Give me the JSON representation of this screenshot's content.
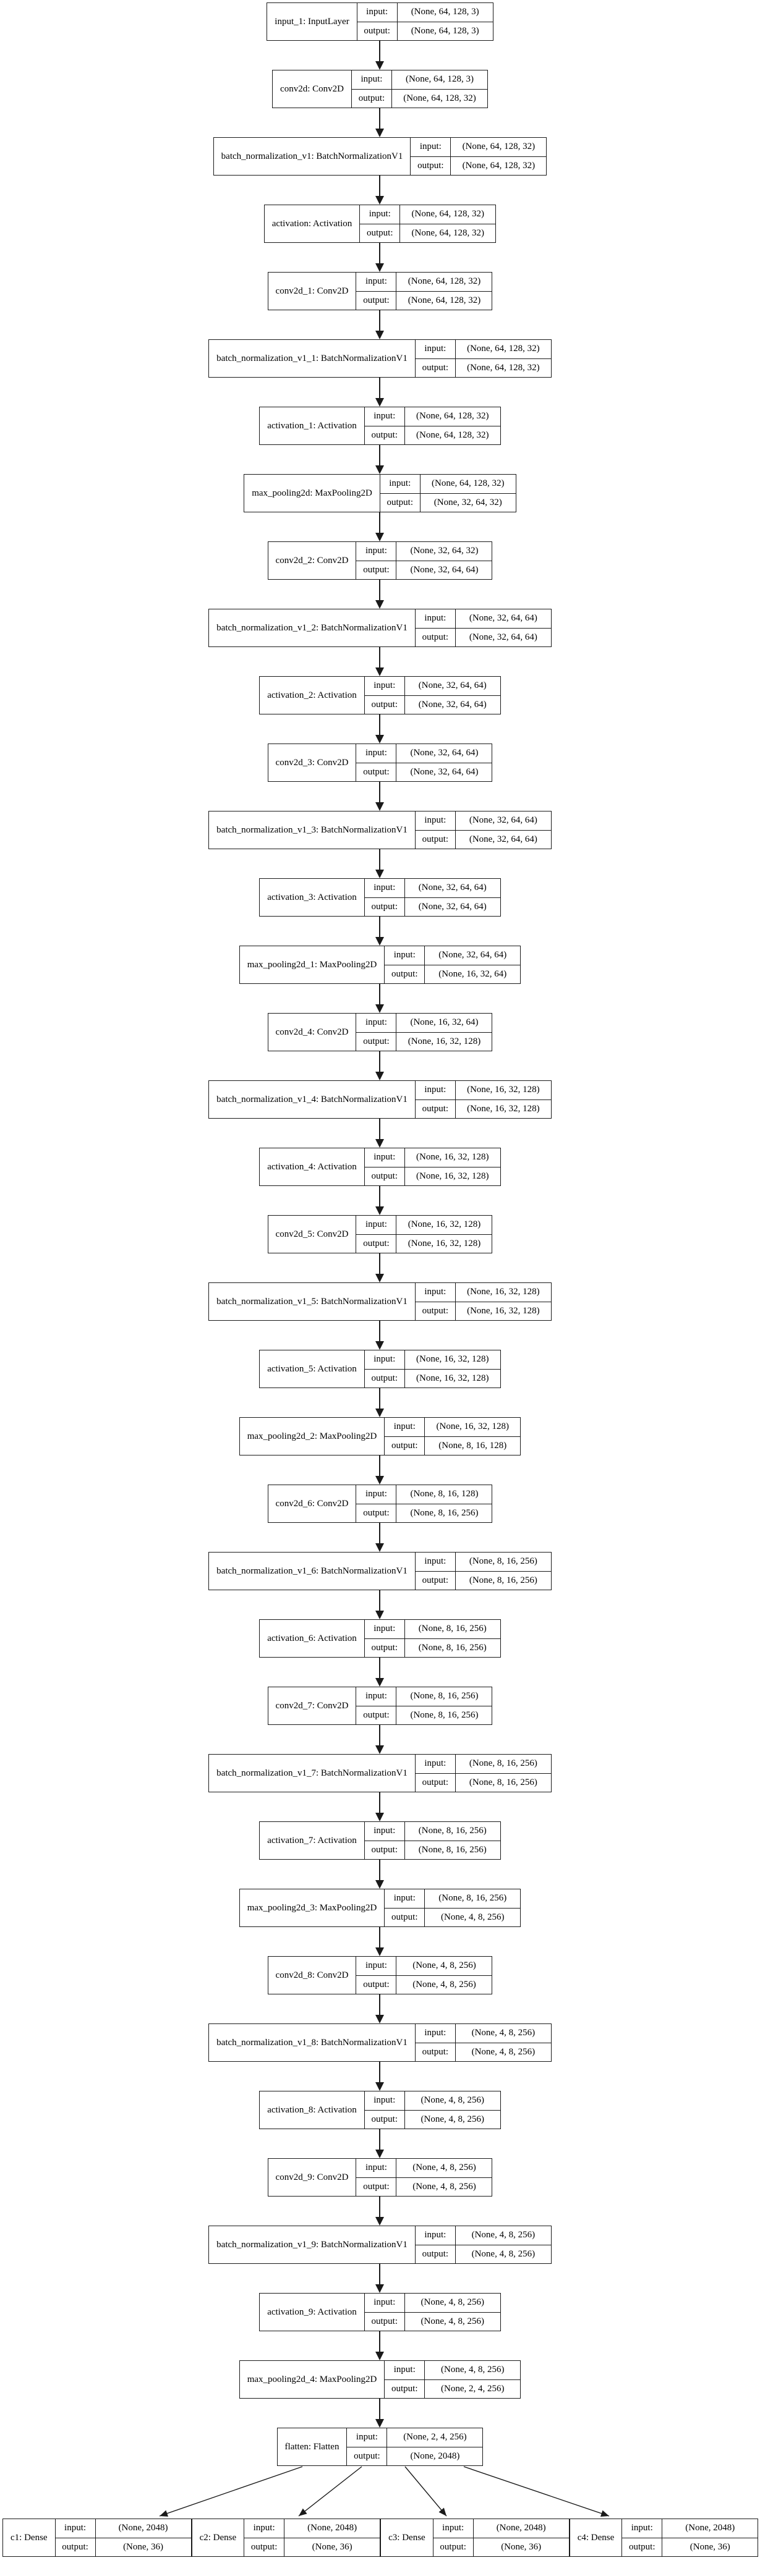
{
  "diagram": {
    "title": "Keras model architecture graph",
    "labels": {
      "input_key": "input:",
      "output_key": "output:"
    },
    "colors": {
      "node_border": "#1a1a1a",
      "node_fill": "#ffffff",
      "edge": "#1a1a1a",
      "text": "#000000"
    },
    "chain": [
      {
        "name": "input_1: InputLayer",
        "input": "(None, 64, 128, 3)",
        "output": "(None, 64, 128, 3)"
      },
      {
        "name": "conv2d: Conv2D",
        "input": "(None, 64, 128, 3)",
        "output": "(None, 64, 128, 32)"
      },
      {
        "name": "batch_normalization_v1: BatchNormalizationV1",
        "input": "(None, 64, 128, 32)",
        "output": "(None, 64, 128, 32)"
      },
      {
        "name": "activation: Activation",
        "input": "(None, 64, 128, 32)",
        "output": "(None, 64, 128, 32)"
      },
      {
        "name": "conv2d_1: Conv2D",
        "input": "(None, 64, 128, 32)",
        "output": "(None, 64, 128, 32)"
      },
      {
        "name": "batch_normalization_v1_1: BatchNormalizationV1",
        "input": "(None, 64, 128, 32)",
        "output": "(None, 64, 128, 32)"
      },
      {
        "name": "activation_1: Activation",
        "input": "(None, 64, 128, 32)",
        "output": "(None, 64, 128, 32)"
      },
      {
        "name": "max_pooling2d: MaxPooling2D",
        "input": "(None, 64, 128, 32)",
        "output": "(None, 32, 64, 32)"
      },
      {
        "name": "conv2d_2: Conv2D",
        "input": "(None, 32, 64, 32)",
        "output": "(None, 32, 64, 64)"
      },
      {
        "name": "batch_normalization_v1_2: BatchNormalizationV1",
        "input": "(None, 32, 64, 64)",
        "output": "(None, 32, 64, 64)"
      },
      {
        "name": "activation_2: Activation",
        "input": "(None, 32, 64, 64)",
        "output": "(None, 32, 64, 64)"
      },
      {
        "name": "conv2d_3: Conv2D",
        "input": "(None, 32, 64, 64)",
        "output": "(None, 32, 64, 64)"
      },
      {
        "name": "batch_normalization_v1_3: BatchNormalizationV1",
        "input": "(None, 32, 64, 64)",
        "output": "(None, 32, 64, 64)"
      },
      {
        "name": "activation_3: Activation",
        "input": "(None, 32, 64, 64)",
        "output": "(None, 32, 64, 64)"
      },
      {
        "name": "max_pooling2d_1: MaxPooling2D",
        "input": "(None, 32, 64, 64)",
        "output": "(None, 16, 32, 64)"
      },
      {
        "name": "conv2d_4: Conv2D",
        "input": "(None, 16, 32, 64)",
        "output": "(None, 16, 32, 128)"
      },
      {
        "name": "batch_normalization_v1_4: BatchNormalizationV1",
        "input": "(None, 16, 32, 128)",
        "output": "(None, 16, 32, 128)"
      },
      {
        "name": "activation_4: Activation",
        "input": "(None, 16, 32, 128)",
        "output": "(None, 16, 32, 128)"
      },
      {
        "name": "conv2d_5: Conv2D",
        "input": "(None, 16, 32, 128)",
        "output": "(None, 16, 32, 128)"
      },
      {
        "name": "batch_normalization_v1_5: BatchNormalizationV1",
        "input": "(None, 16, 32, 128)",
        "output": "(None, 16, 32, 128)"
      },
      {
        "name": "activation_5: Activation",
        "input": "(None, 16, 32, 128)",
        "output": "(None, 16, 32, 128)"
      },
      {
        "name": "max_pooling2d_2: MaxPooling2D",
        "input": "(None, 16, 32, 128)",
        "output": "(None, 8, 16, 128)"
      },
      {
        "name": "conv2d_6: Conv2D",
        "input": "(None, 8, 16, 128)",
        "output": "(None, 8, 16, 256)"
      },
      {
        "name": "batch_normalization_v1_6: BatchNormalizationV1",
        "input": "(None, 8, 16, 256)",
        "output": "(None, 8, 16, 256)"
      },
      {
        "name": "activation_6: Activation",
        "input": "(None, 8, 16, 256)",
        "output": "(None, 8, 16, 256)"
      },
      {
        "name": "conv2d_7: Conv2D",
        "input": "(None, 8, 16, 256)",
        "output": "(None, 8, 16, 256)"
      },
      {
        "name": "batch_normalization_v1_7: BatchNormalizationV1",
        "input": "(None, 8, 16, 256)",
        "output": "(None, 8, 16, 256)"
      },
      {
        "name": "activation_7: Activation",
        "input": "(None, 8, 16, 256)",
        "output": "(None, 8, 16, 256)"
      },
      {
        "name": "max_pooling2d_3: MaxPooling2D",
        "input": "(None, 8, 16, 256)",
        "output": "(None, 4, 8, 256)"
      },
      {
        "name": "conv2d_8: Conv2D",
        "input": "(None, 4, 8, 256)",
        "output": "(None, 4, 8, 256)"
      },
      {
        "name": "batch_normalization_v1_8: BatchNormalizationV1",
        "input": "(None, 4, 8, 256)",
        "output": "(None, 4, 8, 256)"
      },
      {
        "name": "activation_8: Activation",
        "input": "(None, 4, 8, 256)",
        "output": "(None, 4, 8, 256)"
      },
      {
        "name": "conv2d_9: Conv2D",
        "input": "(None, 4, 8, 256)",
        "output": "(None, 4, 8, 256)"
      },
      {
        "name": "batch_normalization_v1_9: BatchNormalizationV1",
        "input": "(None, 4, 8, 256)",
        "output": "(None, 4, 8, 256)"
      },
      {
        "name": "activation_9: Activation",
        "input": "(None, 4, 8, 256)",
        "output": "(None, 4, 8, 256)"
      },
      {
        "name": "max_pooling2d_4: MaxPooling2D",
        "input": "(None, 4, 8, 256)",
        "output": "(None, 2, 4, 256)"
      },
      {
        "name": "flatten: Flatten",
        "input": "(None, 2, 4, 256)",
        "output": "(None, 2048)"
      }
    ],
    "heads": [
      {
        "name": "c1: Dense",
        "input": "(None, 2048)",
        "output": "(None, 36)"
      },
      {
        "name": "c2: Dense",
        "input": "(None, 2048)",
        "output": "(None, 36)"
      },
      {
        "name": "c3: Dense",
        "input": "(None, 2048)",
        "output": "(None, 36)"
      },
      {
        "name": "c4: Dense",
        "input": "(None, 2048)",
        "output": "(None, 36)"
      }
    ]
  }
}
